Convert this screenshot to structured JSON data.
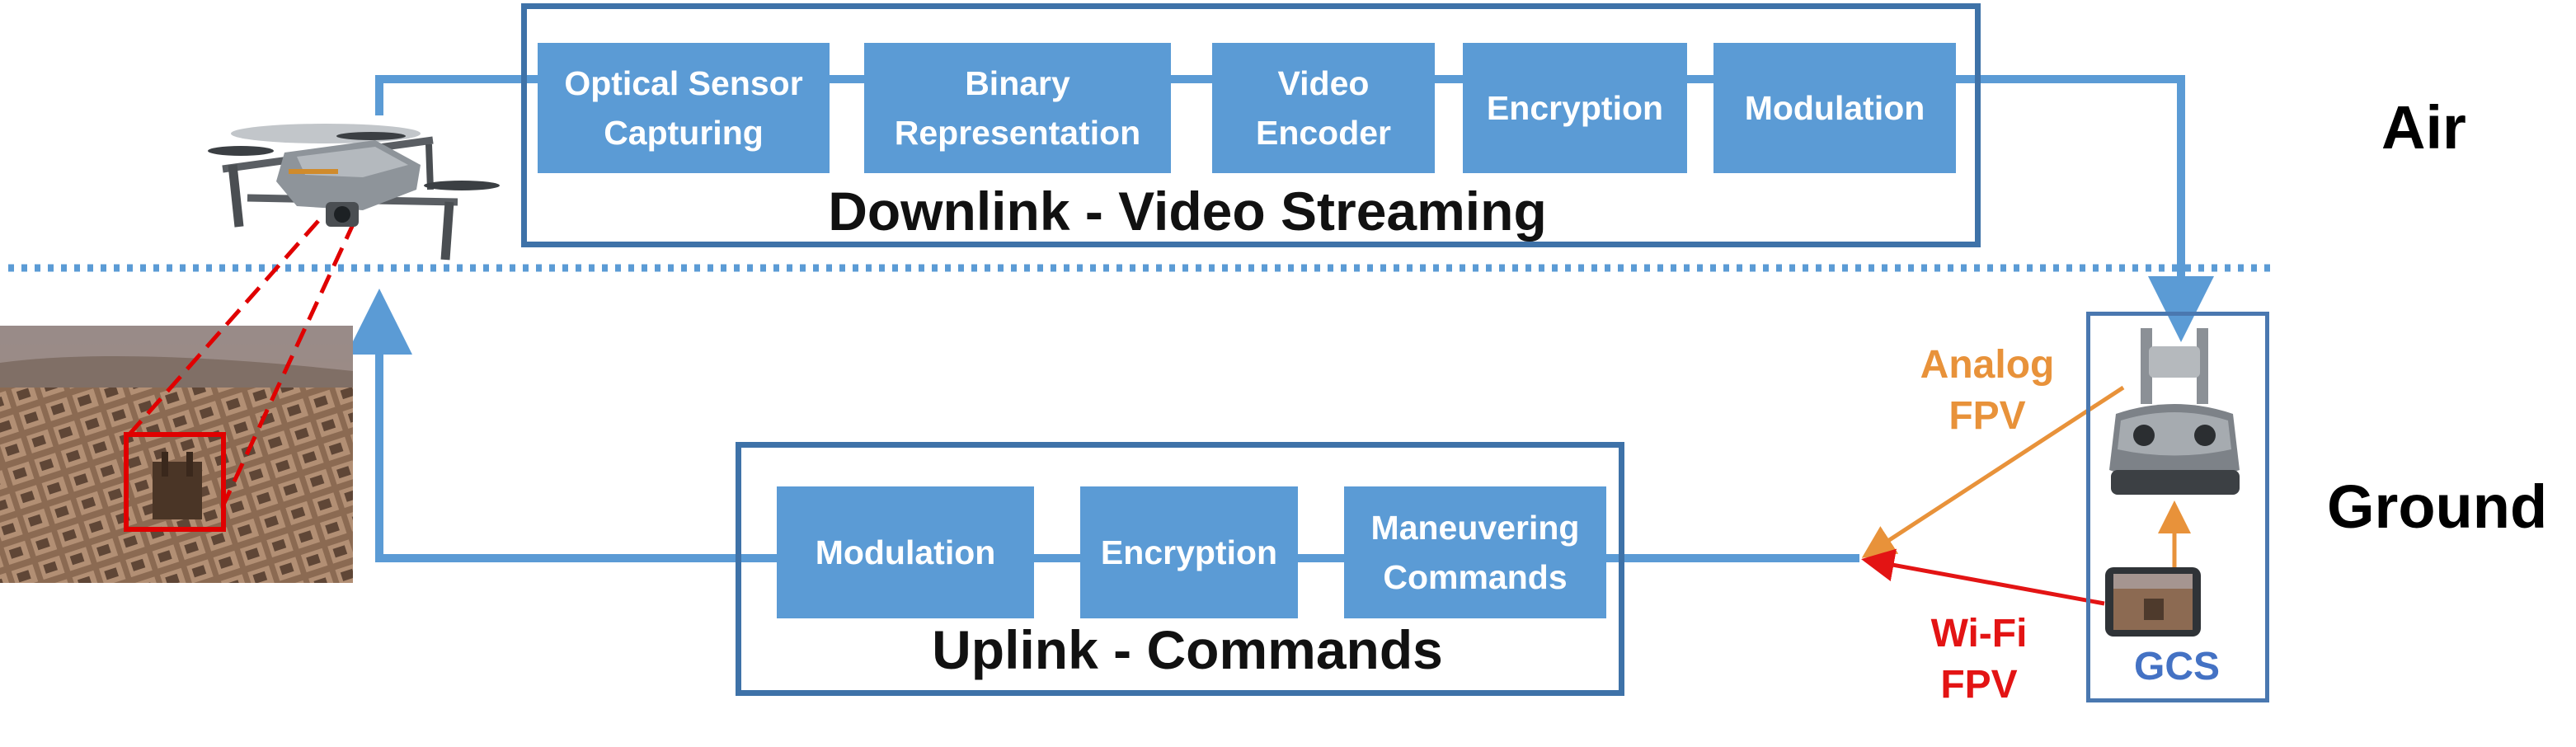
{
  "downlink": {
    "caption": "Downlink - Video Streaming",
    "blocks": [
      "Optical Sensor\nCapturing",
      "Binary\nRepresentation",
      "Video\nEncoder",
      "Encryption",
      "Modulation"
    ]
  },
  "uplink": {
    "caption": "Uplink - Commands",
    "blocks": [
      "Modulation",
      "Encryption",
      "Maneuvering\nCommands"
    ]
  },
  "zones": {
    "air": "Air",
    "ground": "Ground"
  },
  "links": {
    "analog": "Analog\nFPV",
    "wifi": "Wi-Fi\nFPV",
    "gcs": "GCS"
  },
  "colors": {
    "block": "#5b9bd5",
    "frame": "#3e72a8",
    "line": "#5b9bd5",
    "analog": "#e8923a",
    "wifi": "#e31414",
    "gcs": "#4472c4",
    "target": "#e00000"
  },
  "icons": [
    "drone-icon",
    "city-aerial-image",
    "remote-controller-icon",
    "smartphone-icon"
  ]
}
